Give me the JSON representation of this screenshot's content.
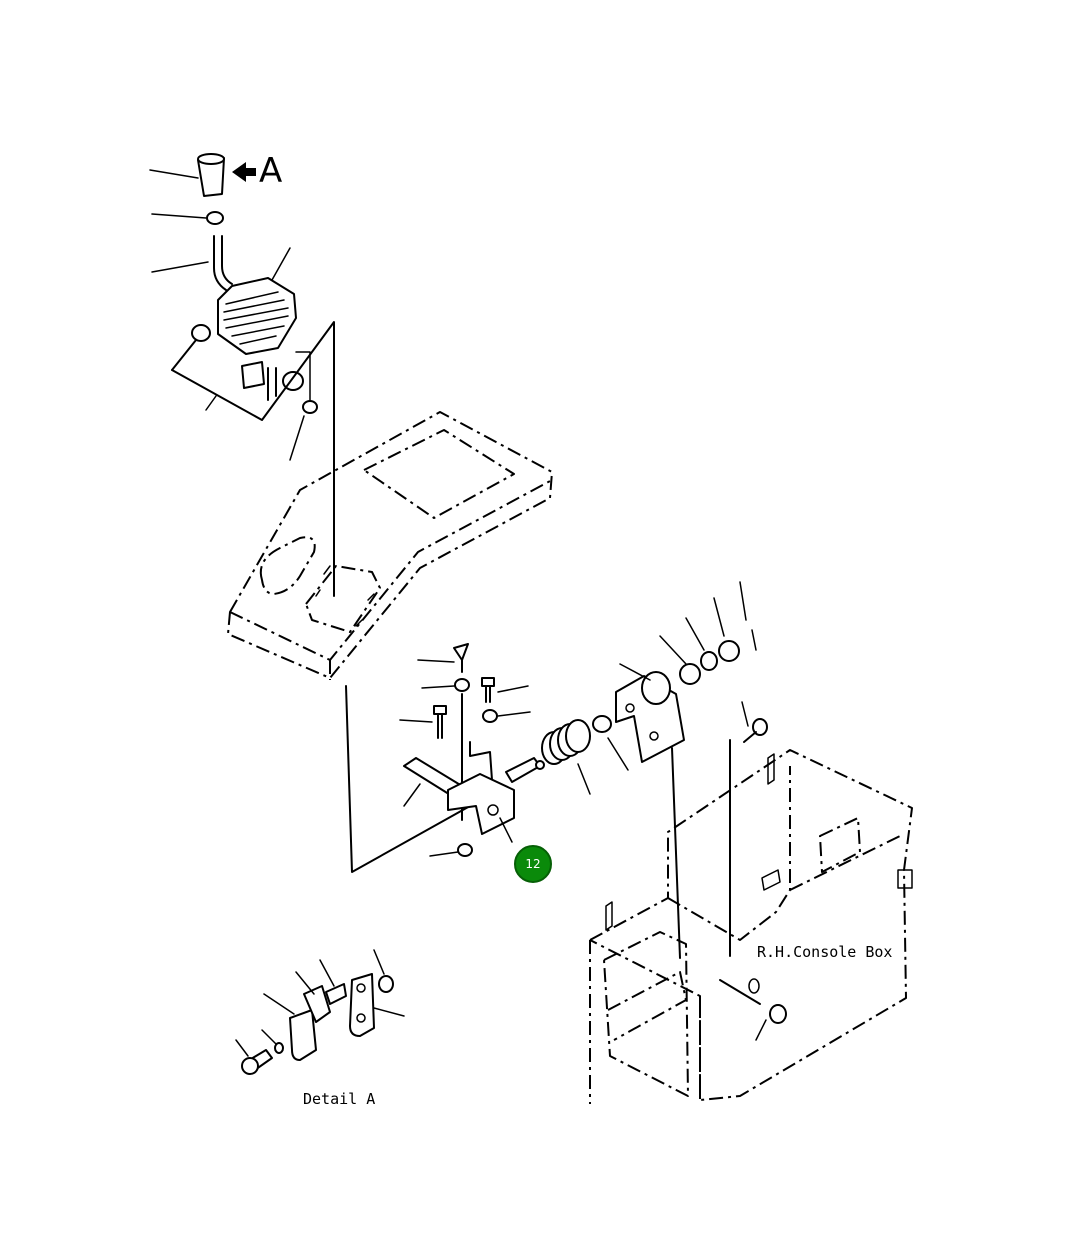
{
  "view_marker": "A",
  "labels": {
    "console_box": "R.H.Console Box",
    "detail": "Detail A"
  },
  "hotspot": {
    "number": "12",
    "color": "#0a8a0a",
    "border_color": "#065f06"
  }
}
